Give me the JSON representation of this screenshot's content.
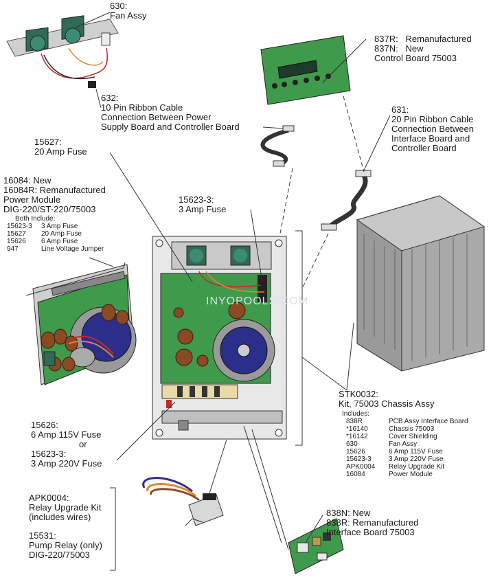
{
  "diagram": {
    "watermark": "INYOPOOLS.COM",
    "parts": {
      "p630": {
        "lines": [
          "630:",
          "Fan Assy"
        ]
      },
      "p837": {
        "lines": [
          "837R:   Remanufactured",
          "837N:   New",
          "Control Board 75003"
        ]
      },
      "p632": {
        "lines": [
          "632:",
          "10 Pin Ribbon Cable",
          "Connection Between Power",
          "Supply Board and Controller Board"
        ]
      },
      "p631": {
        "lines": [
          "631:",
          "20 Pin Ribbon Cable",
          "Connection Between",
          "Interface Board and",
          "Controller Board"
        ]
      },
      "p15627": {
        "lines": [
          "15627:",
          "20 Amp Fuse"
        ]
      },
      "p16084": {
        "lines": [
          "16084: New",
          "16084R: Remanufactured",
          "Power Module",
          "DIG-220/ST-220/75003"
        ]
      },
      "p16084_include": {
        "heading": "Both Include:",
        "rows": [
          [
            "15623-3",
            "3 Amp Fuse"
          ],
          [
            "15627",
            "20 Amp Fuse"
          ],
          [
            "15626",
            "6   Amp Fuse"
          ],
          [
            "947",
            "Line Voltage Jumper"
          ]
        ]
      },
      "p15623": {
        "lines": [
          "15623-3:",
          "3 Amp Fuse"
        ]
      },
      "pSTK": {
        "lines": [
          "STK0032:",
          "Kit, 75003 Chassis Assy"
        ]
      },
      "pSTK_include": {
        "heading": "Includes:",
        "rows": [
          [
            "838R",
            "PCB Assy Interface Board"
          ],
          [
            "*16140",
            "Chassis 75003"
          ],
          [
            "*16142",
            "Cover Shielding"
          ],
          [
            "630",
            "Fan Assy"
          ],
          [
            "15626",
            "6 Amp 115V Fuse"
          ],
          [
            "15623-3",
            "3 Amp 220V Fuse"
          ],
          [
            "APK0004",
            "Relay Upgrade Kit"
          ],
          [
            "16084",
            "Power Module"
          ]
        ]
      },
      "p15626": {
        "lines": [
          "15626:",
          "6 Amp 115V Fuse",
          "or",
          "15623-3:",
          "3 Amp 220V Fuse"
        ]
      },
      "pAPK": {
        "lines": [
          "APK0004:",
          "Relay Upgrade Kit",
          "(includes wires)"
        ]
      },
      "p15531": {
        "lines": [
          "15531:",
          "Pump Relay (only)",
          "DIG-220/75003"
        ]
      },
      "p838": {
        "lines": [
          "838N: New",
          "838R: Remanufactured",
          "Interface Board 75003"
        ]
      }
    },
    "colors": {
      "pcb_green": "#3f9a4b",
      "metal": "#c9c9c9",
      "copper_cap": "#8a4a23",
      "transformer_blue": "#2b2f8a",
      "wire_red": "#c62828",
      "wire_orange": "#e0892a"
    }
  }
}
